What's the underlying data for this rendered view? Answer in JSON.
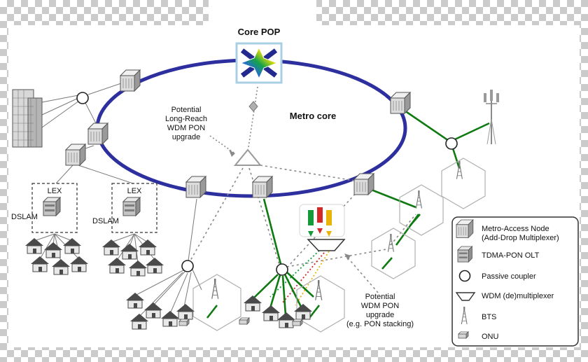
{
  "header": {
    "core_pop": "Core POP",
    "metro_core": "Metro core"
  },
  "annotations": {
    "long_reach": {
      "l1": "Potential",
      "l2": "Long-Reach",
      "l3": "WDM PON",
      "l4": "upgrade"
    },
    "wdm_upgrade": {
      "l1": "Potential",
      "l2": "WDM PON",
      "l3": "upgrade",
      "l4": "(e.g. PON stacking)"
    }
  },
  "access_network": {
    "lex_left": "LEX",
    "lex_right": "LEX",
    "dslam_left": "DSLAM",
    "dslam_right": "DSLAM"
  },
  "legend": {
    "items": [
      {
        "icon": "metro-access-node-icon",
        "label": "Metro-Access Node",
        "label2": "(Add-Drop Multiplexer)"
      },
      {
        "icon": "tdma-pon-olt-icon",
        "label": "TDMA-PON OLT"
      },
      {
        "icon": "passive-coupler-icon",
        "label": "Passive coupler"
      },
      {
        "icon": "wdm-demultiplexer-icon",
        "label": "WDM (de)multiplexer"
      },
      {
        "icon": "bts-icon",
        "label": "BTS"
      },
      {
        "icon": "onu-icon",
        "label": "ONU"
      }
    ]
  },
  "colors": {
    "ring": "#2d2f9e",
    "fiber_green": "#0f7a12",
    "wdm_red": "#d42727",
    "wdm_yellow": "#eab308",
    "wdm_green": "#159a3a",
    "core_pop_border": "#a9cfe4"
  }
}
